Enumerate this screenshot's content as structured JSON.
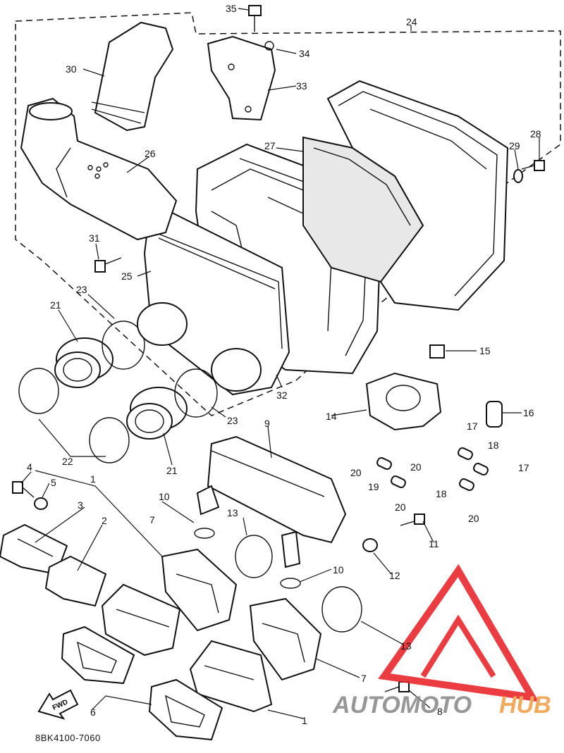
{
  "diagram": {
    "footer_code": "8BK4100-7060",
    "fwd_label": "FWD",
    "watermark": {
      "text_dark": "AUTOMOTO",
      "text_accent": "HUB",
      "color_dark": "#8c8c8c",
      "color_accent": "#f0a04b",
      "triangle_color": "#e8282d"
    },
    "callouts": [
      "1",
      "2",
      "3",
      "4",
      "5",
      "6",
      "7",
      "8",
      "9",
      "10",
      "11",
      "12",
      "13",
      "14",
      "15",
      "16",
      "17",
      "18",
      "19",
      "20",
      "21",
      "22",
      "23",
      "24",
      "25",
      "26",
      "27",
      "28",
      "29",
      "30",
      "31",
      "32",
      "33",
      "34",
      "35"
    ]
  }
}
